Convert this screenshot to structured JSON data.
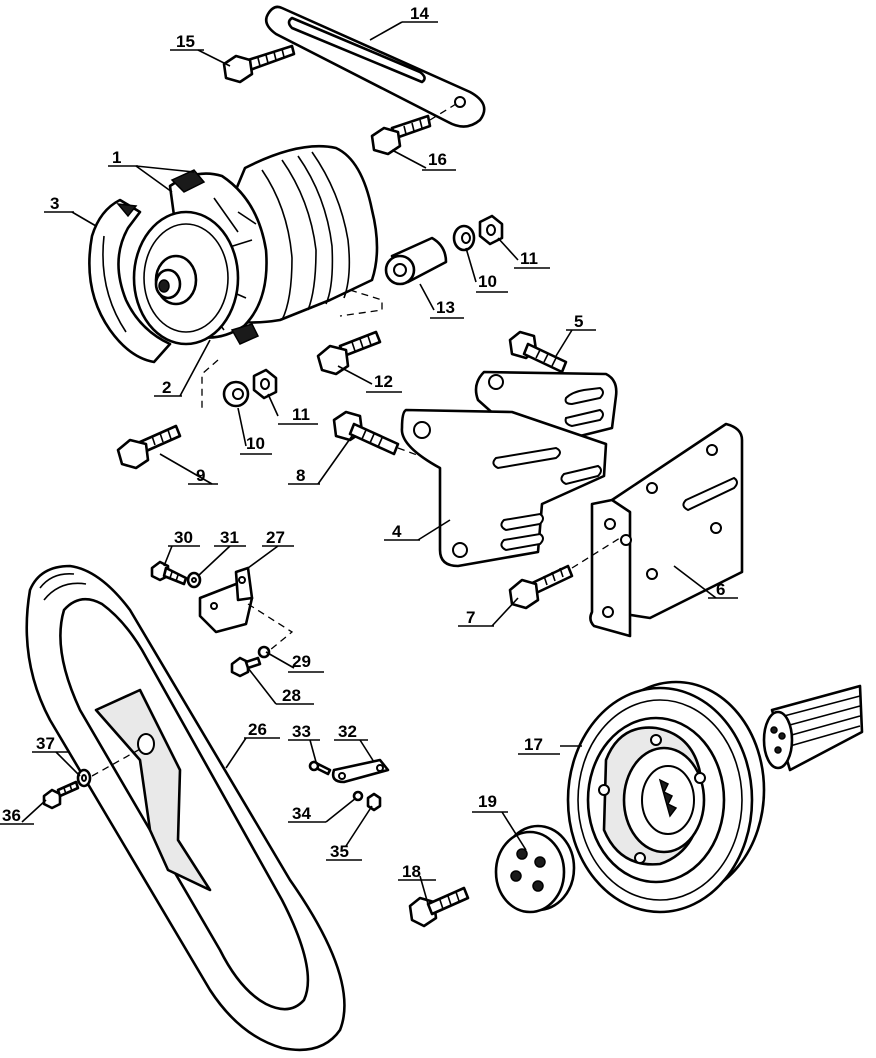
{
  "callouts": [
    {
      "id": "c1",
      "label": "1"
    },
    {
      "id": "c2",
      "label": "2"
    },
    {
      "id": "c3",
      "label": "3"
    },
    {
      "id": "c4",
      "label": "4"
    },
    {
      "id": "c5",
      "label": "5"
    },
    {
      "id": "c6",
      "label": "6"
    },
    {
      "id": "c7",
      "label": "7"
    },
    {
      "id": "c8",
      "label": "8"
    },
    {
      "id": "c9",
      "label": "9"
    },
    {
      "id": "c10a",
      "label": "10"
    },
    {
      "id": "c10b",
      "label": "10"
    },
    {
      "id": "c11a",
      "label": "11"
    },
    {
      "id": "c11b",
      "label": "11"
    },
    {
      "id": "c12",
      "label": "12"
    },
    {
      "id": "c13",
      "label": "13"
    },
    {
      "id": "c14",
      "label": "14"
    },
    {
      "id": "c15",
      "label": "15"
    },
    {
      "id": "c16",
      "label": "16"
    },
    {
      "id": "c17",
      "label": "17"
    },
    {
      "id": "c18",
      "label": "18"
    },
    {
      "id": "c19",
      "label": "19"
    },
    {
      "id": "c26",
      "label": "26"
    },
    {
      "id": "c27",
      "label": "27"
    },
    {
      "id": "c28",
      "label": "28"
    },
    {
      "id": "c29",
      "label": "29"
    },
    {
      "id": "c30",
      "label": "30"
    },
    {
      "id": "c31",
      "label": "31"
    },
    {
      "id": "c32",
      "label": "32"
    },
    {
      "id": "c33",
      "label": "33"
    },
    {
      "id": "c34",
      "label": "34"
    },
    {
      "id": "c35",
      "label": "35"
    },
    {
      "id": "c36",
      "label": "36"
    },
    {
      "id": "c37",
      "label": "37"
    }
  ]
}
